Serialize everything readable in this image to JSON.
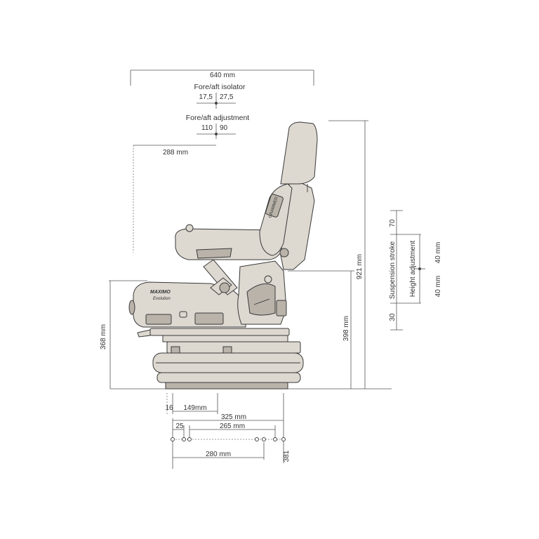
{
  "dims": {
    "width_total": "640 mm",
    "isolator_label": "Fore/aft isolator",
    "isolator_front": "17,5",
    "isolator_rear": "27,5",
    "adjust_label": "Fore/aft adjustment",
    "adjust_front": "110",
    "adjust_rear": "90",
    "backrest_offset": "288 mm",
    "height_total": "921 mm",
    "height_sip": "398 mm",
    "height_cushion": "368 mm",
    "suspension_label": "Suspension stroke",
    "suspension_top": "70",
    "suspension_bottom": "30",
    "height_adj_label": "Height adjustment",
    "height_adj_top": "40 mm",
    "height_adj_bottom": "40 mm",
    "base_16": "16",
    "base_149": "149mm",
    "base_325": "325 mm",
    "base_25": "25",
    "base_265": "265 mm",
    "base_280": "280 mm",
    "base_381": "381"
  },
  "branding": {
    "badge_line1": "MAXIMO",
    "badge_line2": "Evolution",
    "backrest_tag": "GRAMMER"
  },
  "colors": {
    "seat": "#ddd8d0",
    "seat_shadow": "#b9b3aa",
    "outline": "#3a3a3a",
    "dimension_line": "#555555"
  }
}
